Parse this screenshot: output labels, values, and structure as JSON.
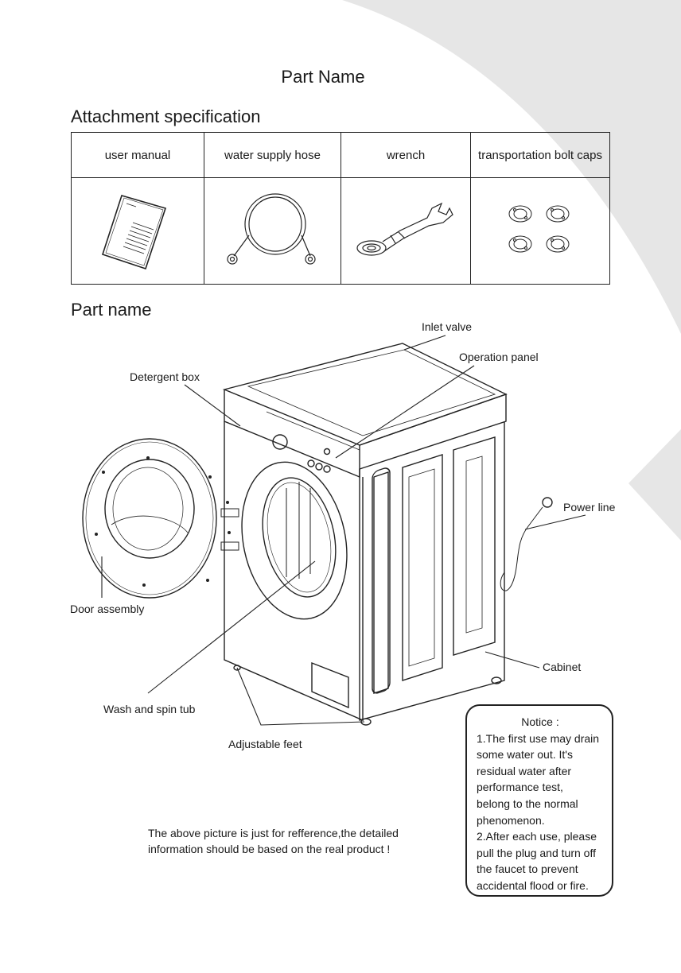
{
  "page": {
    "title": "Part Name"
  },
  "attachment": {
    "heading": "Attachment specification",
    "columns": [
      {
        "label": "user manual",
        "icon": "user-manual-icon"
      },
      {
        "label": "water supply hose",
        "icon": "water-hose-icon"
      },
      {
        "label": "wrench",
        "icon": "wrench-icon"
      },
      {
        "label": "transportation bolt caps",
        "icon": "bolt-caps-icon"
      }
    ]
  },
  "parts": {
    "heading": "Part name",
    "labels": {
      "inlet_valve": "Inlet valve",
      "operation_panel": "Operation panel",
      "detergent_box": "Detergent box",
      "power_line": "Power line",
      "door_assembly": "Door assembly",
      "cabinet": "Cabinet",
      "wash_spin_tub": "Wash and spin tub",
      "adjustable_feet": "Adjustable feet"
    }
  },
  "disclaimer": {
    "line1": "The above picture is just for refference,the detailed",
    "line2": "information should be based on the real product !"
  },
  "notice": {
    "title": "Notice :",
    "lines": [
      "1.The first use may drain",
      "some water out. It's",
      "residual water after",
      "performance test,",
      "belong to the normal",
      "phenomenon.",
      "2.After each use, please",
      "pull the plug and turn off",
      "the faucet to prevent",
      "accidental flood or fire."
    ]
  },
  "colors": {
    "background": "#ffffff",
    "swoosh": "#e6e6e6",
    "ink": "#1a1a1a"
  }
}
